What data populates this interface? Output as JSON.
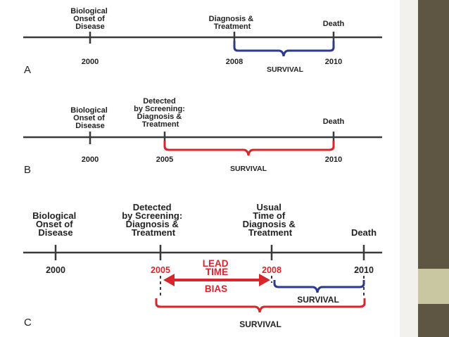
{
  "panels": {
    "a": {
      "letter": "A",
      "onset": [
        "Biological",
        "Onset of",
        "Disease"
      ],
      "diagnosis": [
        "Diagnosis &",
        "Treatment"
      ],
      "death": "Death",
      "year_onset": "2000",
      "year_diagnosis": "2008",
      "year_death": "2010",
      "survival": "SURVIVAL"
    },
    "b": {
      "letter": "B",
      "onset": [
        "Biological",
        "Onset of",
        "Disease"
      ],
      "screening": [
        "Detected",
        "by Screening:",
        "Diagnosis &",
        "Treatment"
      ],
      "death": "Death",
      "year_onset": "2000",
      "year_screening": "2005",
      "year_death": "2010",
      "survival": "SURVIVAL"
    },
    "c": {
      "letter": "C",
      "onset": [
        "Biological",
        "Onset of",
        "Disease"
      ],
      "screening": [
        "Detected",
        "by Screening:",
        "Diagnosis &",
        "Treatment"
      ],
      "usual": [
        "Usual",
        "Time of",
        "Diagnosis &",
        "Treatment"
      ],
      "death": "Death",
      "year_onset": "2000",
      "year_screening": "2005",
      "year_usual": "2008",
      "year_death": "2010",
      "lead_time": [
        "LEAD",
        "TIME"
      ],
      "bias": "BIAS",
      "survival_short": "SURVIVAL",
      "survival_long": "SURVIVAL"
    }
  },
  "colors": {
    "blue": "#2b3a8c",
    "red": "#d8262b",
    "line": "#3a3a3a",
    "sidebar": "#5e5543",
    "sidebar_accent": "#c9c7a2"
  }
}
